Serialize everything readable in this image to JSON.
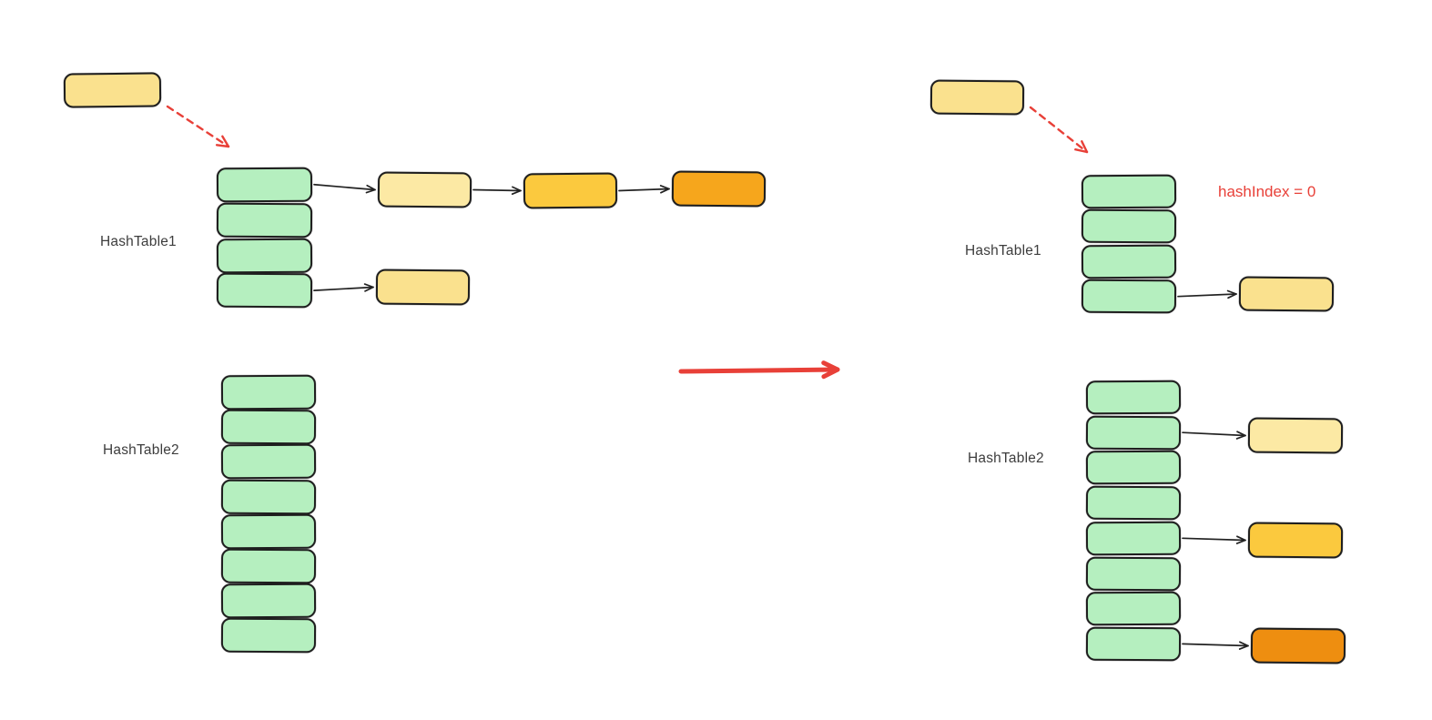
{
  "colors": {
    "green": "#b5efbf",
    "yellow": "#fae18e",
    "pale_yellow": "#fce9a4",
    "amber": "#fbc93e",
    "orange": "#f6a61c",
    "deep_orange": "#ee8e10",
    "red": "#e84038",
    "outline": "#1e1e1e",
    "label_text": "#3d3d3d"
  },
  "left_panel": {
    "key_box_color": "yellow",
    "table1": {
      "label": "HashTable1",
      "slot_count": 4,
      "slot_color": "green",
      "chains": [
        {
          "slot_index": 0,
          "node_colors": [
            "pale_yellow",
            "amber",
            "orange"
          ]
        },
        {
          "slot_index": 3,
          "node_colors": [
            "yellow"
          ]
        }
      ]
    },
    "table2": {
      "label": "HashTable2",
      "slot_count": 8,
      "slot_color": "green",
      "chains": []
    }
  },
  "transition": {
    "icon": "red-arrow-right",
    "direction": "right"
  },
  "right_panel": {
    "key_box_color": "yellow",
    "hash_index_label": "hashIndex = 0",
    "table1": {
      "label": "HashTable1",
      "slot_count": 4,
      "slot_color": "green",
      "chains": [
        {
          "slot_index": 3,
          "node_colors": [
            "yellow"
          ]
        }
      ]
    },
    "table2": {
      "label": "HashTable2",
      "slot_count": 8,
      "slot_color": "green",
      "chains": [
        {
          "slot_index": 1,
          "node_colors": [
            "pale_yellow"
          ]
        },
        {
          "slot_index": 4,
          "node_colors": [
            "amber"
          ]
        },
        {
          "slot_index": 7,
          "node_colors": [
            "deep_orange"
          ]
        }
      ]
    }
  }
}
